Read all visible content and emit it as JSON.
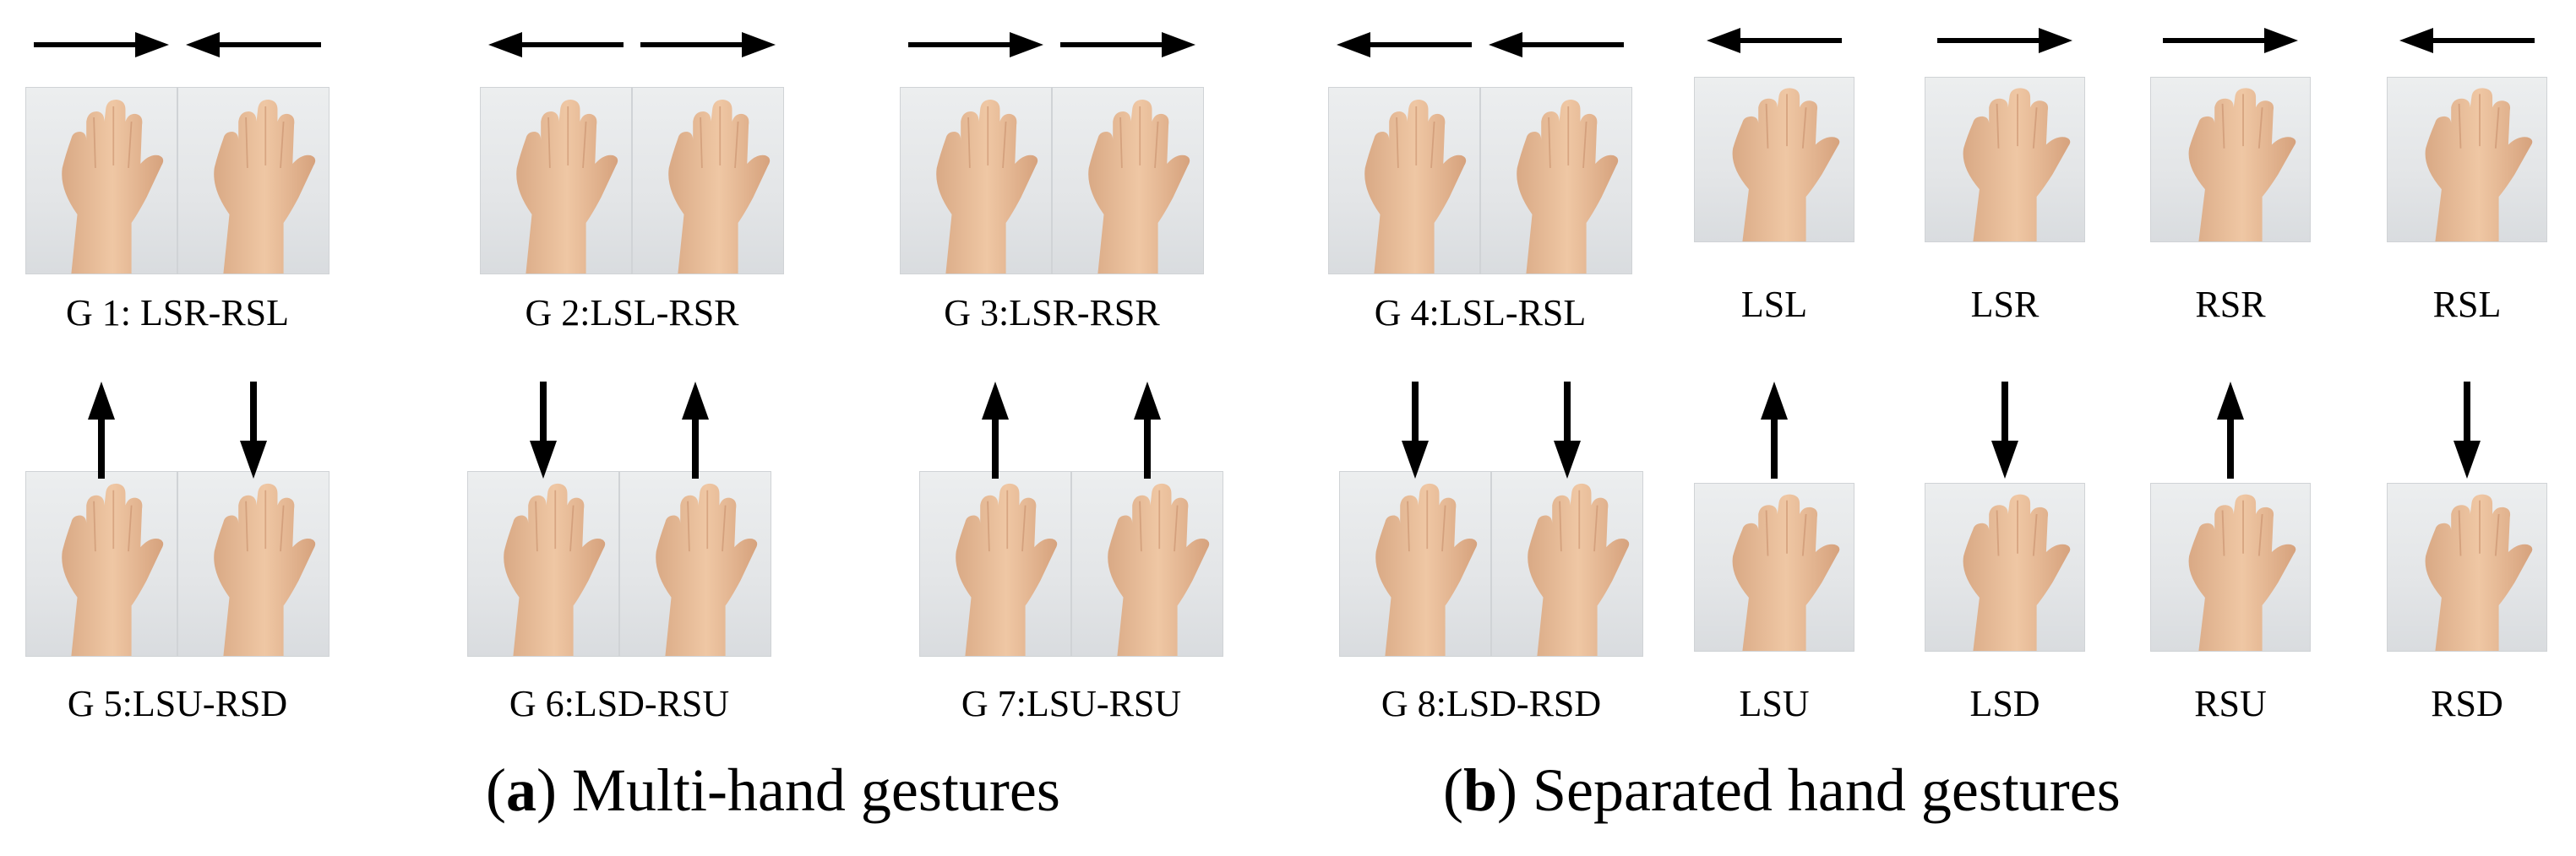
{
  "captions": {
    "a": {
      "letter": "a",
      "text": "Multi-hand gestures"
    },
    "b": {
      "letter": "b",
      "text": "Separated hand gestures"
    }
  },
  "gestures": [
    {
      "label": "G 1: LSR-RSL",
      "arrows": [
        "right",
        "left"
      ]
    },
    {
      "label": "G 2:LSL-RSR",
      "arrows": [
        "left",
        "right"
      ]
    },
    {
      "label": "G 3:LSR-RSR",
      "arrows": [
        "right",
        "right"
      ]
    },
    {
      "label": "G 4:LSL-RSL",
      "arrows": [
        "left",
        "left"
      ]
    },
    {
      "label": "G 5:LSU-RSD",
      "arrows": [
        "up",
        "down"
      ]
    },
    {
      "label": "G 6:LSD-RSU",
      "arrows": [
        "down",
        "up"
      ]
    },
    {
      "label": "G 7:LSU-RSU",
      "arrows": [
        "up",
        "up"
      ]
    },
    {
      "label": "G 8:LSD-RSD",
      "arrows": [
        "down",
        "down"
      ]
    },
    {
      "label": "LSL",
      "arrows": [
        "left"
      ]
    },
    {
      "label": "LSR",
      "arrows": [
        "right"
      ]
    },
    {
      "label": "RSR",
      "arrows": [
        "right"
      ]
    },
    {
      "label": "RSL",
      "arrows": [
        "left"
      ]
    },
    {
      "label": "LSU",
      "arrows": [
        "up"
      ]
    },
    {
      "label": "LSD",
      "arrows": [
        "down"
      ]
    },
    {
      "label": "RSU",
      "arrows": [
        "up"
      ]
    },
    {
      "label": "RSD",
      "arrows": [
        "down"
      ]
    }
  ],
  "icons": {
    "arrow": "arrow-icon",
    "hand": "hand-photo"
  }
}
